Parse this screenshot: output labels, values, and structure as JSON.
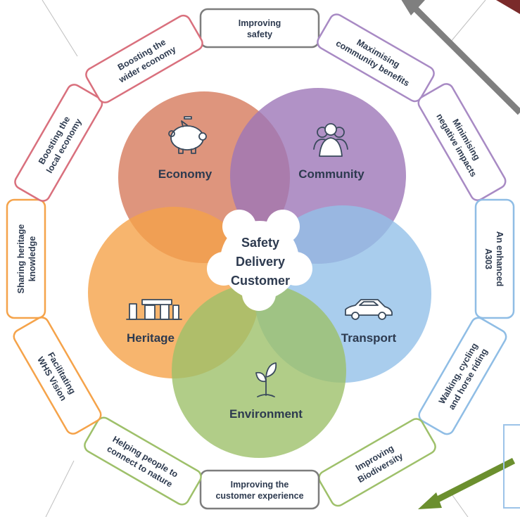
{
  "circles": {
    "economy": {
      "label": "Economy",
      "color": "#d67a5c"
    },
    "community": {
      "label": "Community",
      "color": "#9e77b8"
    },
    "heritage": {
      "label": "Heritage",
      "color": "#f5a34a"
    },
    "transport": {
      "label": "Transport",
      "color": "#93c1e8"
    },
    "environment": {
      "label": "Environment",
      "color": "#9ec06a"
    }
  },
  "center": {
    "line1": "Safety",
    "line2": "Delivery",
    "line3": "Customer"
  },
  "tabs": {
    "improving_safety": {
      "line1": "Improving",
      "line2": "safety",
      "color": "#7d7d7d"
    },
    "maximising_community": {
      "line1": "Maximising",
      "line2": "community benefits",
      "color": "#a88ac4"
    },
    "minimising_negative": {
      "line1": "Minimising",
      "line2": "negative impacts",
      "color": "#a88ac4"
    },
    "enhanced_a303": {
      "line1": "An enhanced",
      "line2": "A303",
      "color": "#8fbde5"
    },
    "walking_cycling": {
      "line1": "Walking, cycling",
      "line2": "and horse riding",
      "color": "#8fbde5"
    },
    "improving_biodiversity": {
      "line1": "Improving",
      "line2": "Biodiversity",
      "color": "#9ec06a"
    },
    "customer_experience": {
      "line1": "Improving the",
      "line2": "customer experience",
      "color": "#7d7d7d"
    },
    "connect_nature": {
      "line1": "Helping people to",
      "line2": "connect to nature",
      "color": "#9ec06a"
    },
    "whs_vision": {
      "line1": "Facilitating",
      "line2": "WHS Vision",
      "color": "#f5a34a"
    },
    "sharing_heritage": {
      "line1": "Sharing heritage",
      "line2": "knowledge",
      "color": "#f5a34a"
    },
    "local_economy": {
      "line1": "Boosting the",
      "line2": "local economy",
      "color": "#d9707d"
    },
    "wider_economy": {
      "line1": "Boosting the",
      "line2": "wider economy",
      "color": "#d9707d"
    }
  },
  "icons": {
    "economy": "piggy-bank-icon",
    "community": "people-group-icon",
    "heritage": "stonehenge-icon",
    "transport": "car-icon",
    "environment": "sprout-icon"
  },
  "arrows": {
    "gray": "#7f7f7f",
    "green": "#6b8f2e",
    "red": "#7a2a2a"
  }
}
